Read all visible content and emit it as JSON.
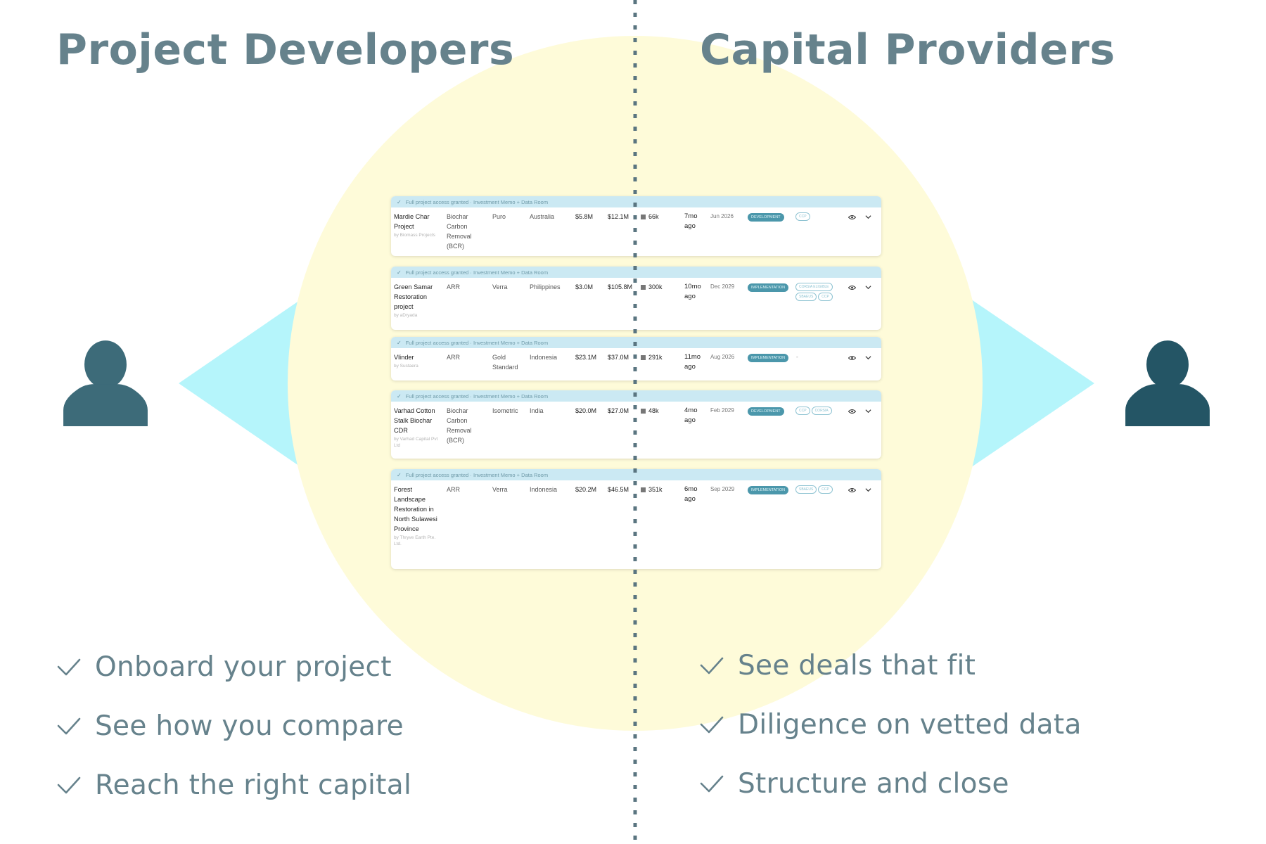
{
  "headings": {
    "left": "Project Developers",
    "right": "Capital Providers"
  },
  "left_benefits": [
    "Onboard your project",
    "See how you compare",
    "Reach the right capital"
  ],
  "right_benefits": [
    "See deals that fit",
    "Diligence on vetted data",
    "Structure and close"
  ],
  "icons": {
    "person": "person-icon",
    "check": "check-icon",
    "eye": "eye-icon",
    "chevron": "chevron-down-icon"
  },
  "colors": {
    "heading": "#66828c",
    "benefit_text": "#66828c",
    "yellow_circle": "#fefbd9",
    "cyan_diamond": "#b5f5fb",
    "person_left": "#3d6b79",
    "person_right": "#245565",
    "divider": "#5a7580",
    "banner": "#cbe9f3",
    "stage_badge": "#4b97ab"
  },
  "deals": [
    {
      "banner": "Full project access granted · Investment Memo + Data Room",
      "name": "Mardie Char Project",
      "org": "by Biomass Projects",
      "methodology": "Biochar Carbon Removal (BCR)",
      "registry": "Puro",
      "country": "Australia",
      "v1": "$5.8M",
      "v2": "$12.1M",
      "v3": "66k",
      "updated": "7mo ago",
      "date": "Jun 2026",
      "stage": "DEVELOPMENT",
      "tags": [
        "CCP"
      ]
    },
    {
      "banner": "Full project access granted · Investment Memo + Data Room",
      "name": "Green Samar Restoration project",
      "org": "by aDryada",
      "methodology": "ARR",
      "registry": "Verra",
      "country": "Philippines",
      "v1": "$3.0M",
      "v2": "$105.8M",
      "v3": "300k",
      "updated": "10mo ago",
      "date": "Dec 2029",
      "stage": "IMPLEMENTATION",
      "tags": [
        "CORSIA ELIGIBLE",
        "SBAEUS",
        "CCP"
      ]
    },
    {
      "banner": "Full project access granted · Investment Memo + Data Room",
      "name": "Vlinder",
      "org": "by Sustaera",
      "methodology": "ARR",
      "registry": "Gold Standard",
      "country": "Indonesia",
      "v1": "$23.1M",
      "v2": "$37.0M",
      "v3": "291k",
      "updated": "11mo ago",
      "date": "Aug 2026",
      "stage": "IMPLEMENTATION",
      "tags": []
    },
    {
      "banner": "Full project access granted · Investment Memo + Data Room",
      "name": "Varhad Cotton Stalk Biochar CDR",
      "org": "by Varhad Capital Pvt Ltd",
      "methodology": "Biochar Carbon Removal (BCR)",
      "registry": "Isometric",
      "country": "India",
      "v1": "$20.0M",
      "v2": "$27.0M",
      "v3": "48k",
      "updated": "4mo ago",
      "date": "Feb 2029",
      "stage": "DEVELOPMENT",
      "tags": [
        "CCP",
        "CORSIA"
      ]
    },
    {
      "banner": "Full project access granted · Investment Memo + Data Room",
      "name": "Forest Landscape Restoration in North Sulawesi Province",
      "org": "by Thryve Earth Pte. Ltd.",
      "methodology": "ARR",
      "registry": "Verra",
      "country": "Indonesia",
      "v1": "$20.2M",
      "v2": "$46.5M",
      "v3": "351k",
      "updated": "6mo ago",
      "date": "Sep 2029",
      "stage": "IMPLEMENTATION",
      "tags": [
        "SBAEUS",
        "CCP"
      ]
    }
  ]
}
